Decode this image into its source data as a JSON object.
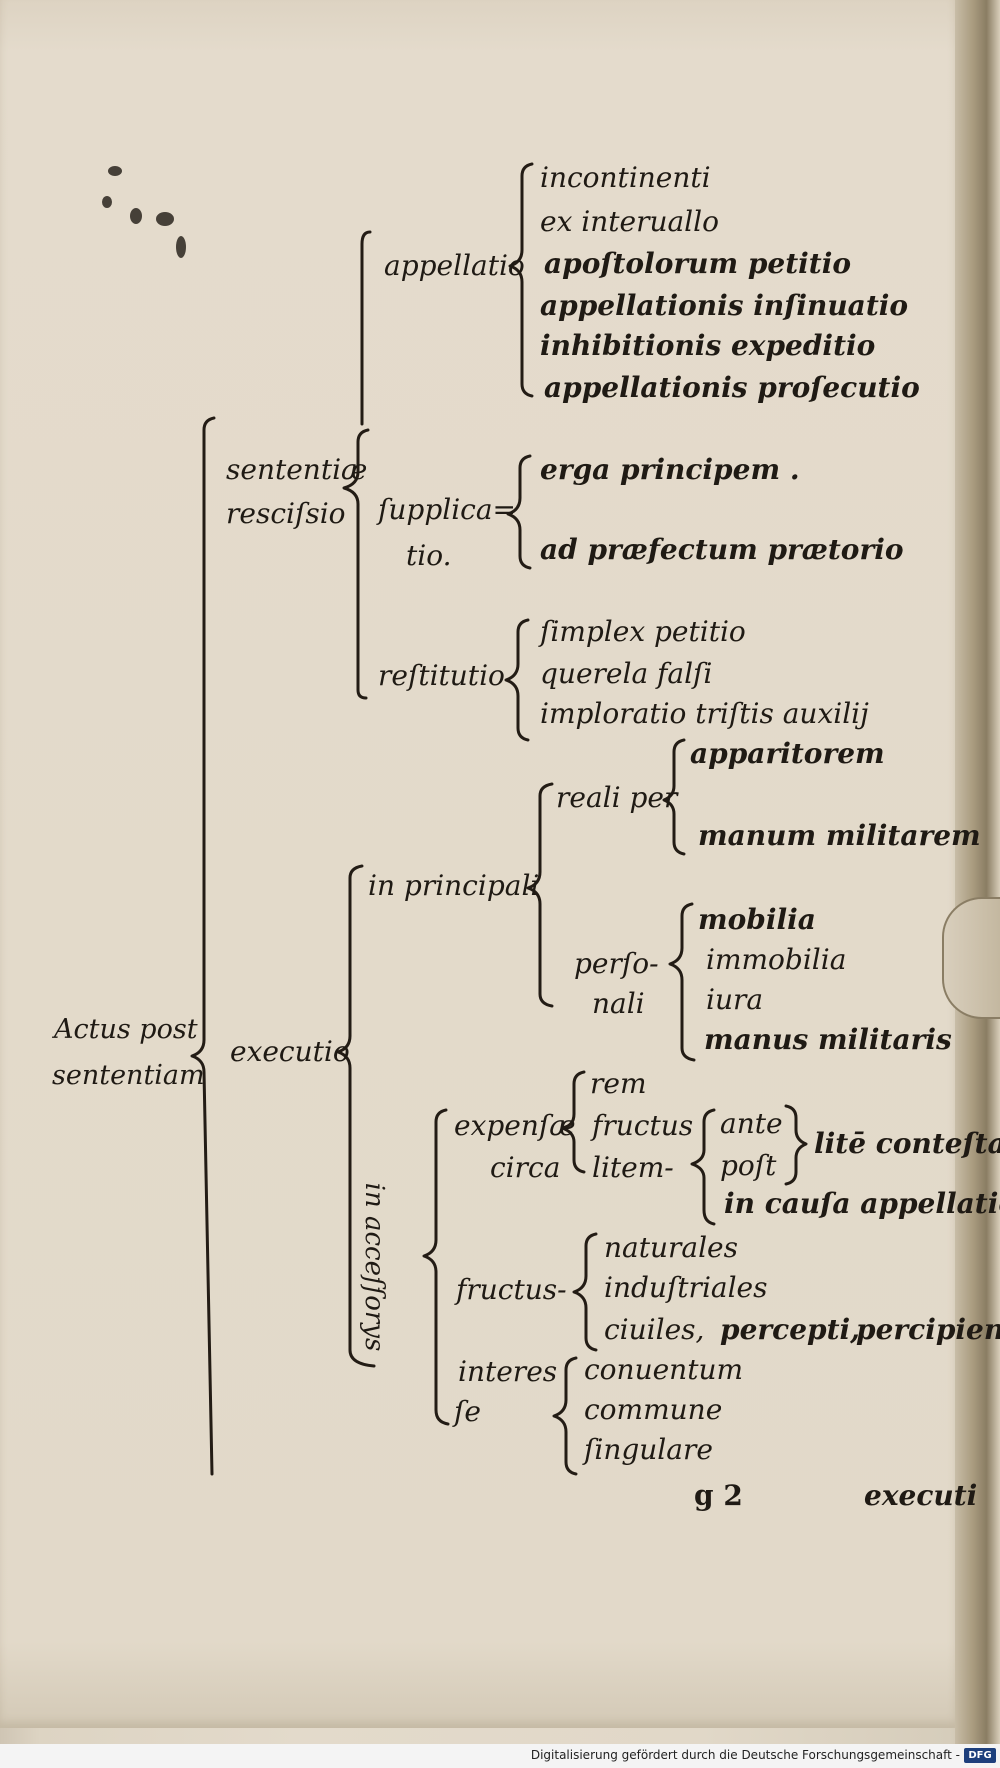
{
  "root": "Actus post sententiam",
  "root_lines": [
    "Actus post",
    "sententiam"
  ],
  "branch1": {
    "label_lines": [
      "sententiæ",
      "resciſsio"
    ],
    "appellatio": {
      "label": "appellatio",
      "items": [
        "incontinenti",
        "ex interuallo",
        "apoſtolorum petitio",
        "appellationis inſinuatio",
        "inhibitionis expeditio",
        "appellationis proſecutio"
      ]
    },
    "supplicatio": {
      "label_lines": [
        "ſupplica=",
        "tio."
      ],
      "items": [
        "erga principem .",
        "ad præfectum prætorio"
      ]
    },
    "restitutio": {
      "label": "reſtitutio",
      "items": [
        "ſimplex petitio",
        "querela falſi",
        "imploratio triſtis auxilij"
      ]
    }
  },
  "branch2": {
    "label": "executio",
    "in_principali": {
      "label": "in principali",
      "reali_label": "reali per",
      "reali_items": [
        "apparitorem",
        "manum militarem"
      ],
      "personali_label_lines": [
        "perſo-",
        "nali"
      ],
      "personali_items": [
        "mobilia",
        "immobilia",
        "iura",
        "manus militaris"
      ]
    },
    "in_accessorys": {
      "label": "in acceſſorys",
      "expensae_lines": [
        "expenſæ",
        "circa"
      ],
      "expensae_items": [
        "rem",
        "fructus",
        "litem-"
      ],
      "litem_items": [
        "ante",
        "poſt"
      ],
      "lite_contestata": "litē conteſtat",
      "in_causa": "in cauſa appellatio",
      "fructus_label": "fructus-",
      "fructus_items": [
        "naturales",
        "induſtriales",
        "ciuiles,",
        "percepti,",
        "percipien"
      ],
      "interesse_lines": [
        "interes",
        "ſe"
      ],
      "interesse_items": [
        "conuentum",
        "commune",
        "ſingulare"
      ]
    }
  },
  "signature": "g 2",
  "catchword": "executi",
  "footer": {
    "credit": "Digitalisierung gefördert durch die Deutsche Forschungsgemeinschaft -",
    "logo": "DFG"
  }
}
